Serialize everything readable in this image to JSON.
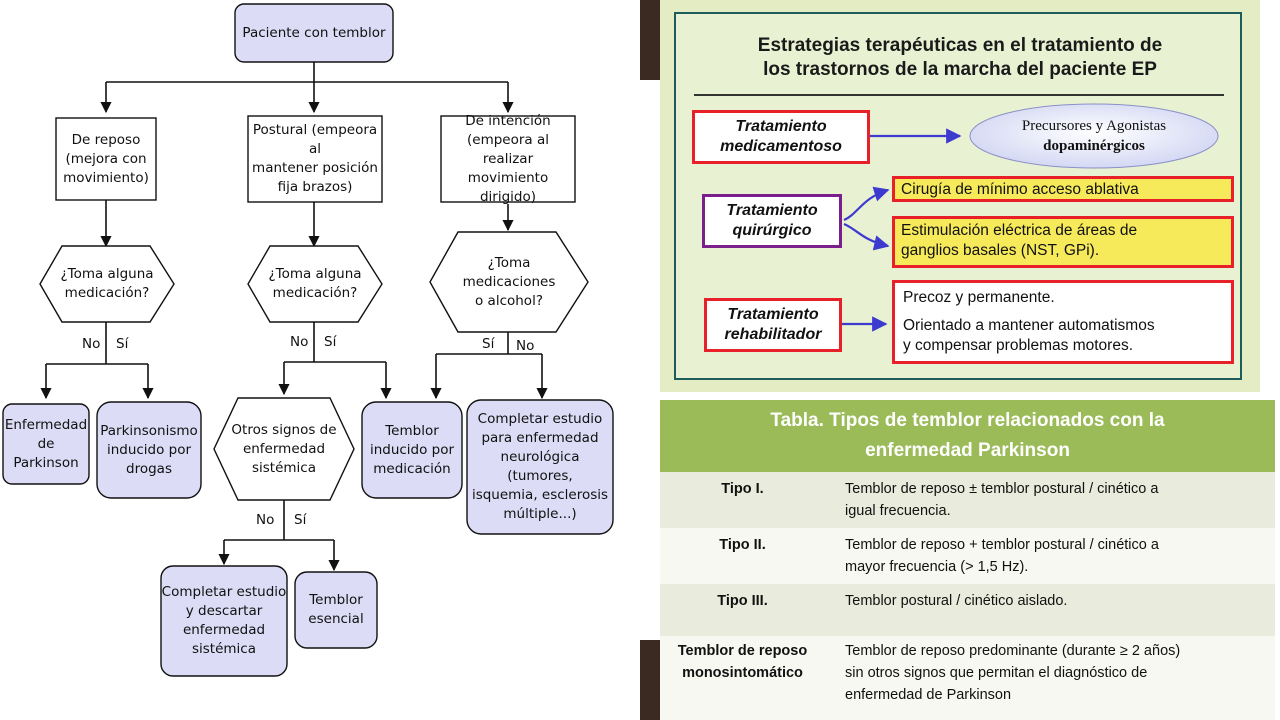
{
  "flowchart": {
    "start": "Paciente con temblor",
    "rest": [
      "De reposo",
      "(mejora con",
      "movimiento)"
    ],
    "postural": [
      "Postural (empeora al",
      "mantener posición",
      "fija brazos)"
    ],
    "intention": [
      "De intención",
      "(empeora al realizar",
      "movimiento dirigido)"
    ],
    "q_medication_1": [
      "¿Toma alguna",
      "medicación?"
    ],
    "q_medication_2": [
      "¿Toma alguna",
      "medicación?"
    ],
    "q_medication_alcohol": [
      "¿Toma",
      "medicaciones",
      "o alcohol?"
    ],
    "no": "No",
    "yes": "Sí",
    "parkinson": [
      "Enfermedad",
      "de Parkinson"
    ],
    "drug_parkinsonism": [
      "Parkinsonismo",
      "inducido por",
      "drogas"
    ],
    "systemic_signs": [
      "Otros signos de",
      "enfermedad",
      "sistémica"
    ],
    "drug_tremor": [
      "Temblor",
      "inducido por",
      "medicación"
    ],
    "neuro_study": [
      "Completar estudio",
      "para enfermedad",
      "neurológica (tumores,",
      "isquemia, esclerosis",
      "múltiple...)"
    ],
    "systemic_study": [
      "Completar estudio",
      "y descartar",
      "enfermedad",
      "sistémica"
    ],
    "essential_tremor": [
      "Temblor",
      "esencial"
    ]
  },
  "gait_panel": {
    "title": [
      "Estrategias terapéuticas en el tratamiento de",
      "los trastornos de la marcha del paciente EP"
    ],
    "medical": [
      "Tratamiento",
      "medicamentoso"
    ],
    "medical_option": [
      "Precursores y Agonistas",
      "dopaminérgicos"
    ],
    "surgical": [
      "Tratamiento",
      "quirúrgico"
    ],
    "surgical_option_1": "Cirugía de mínimo acceso ablativa",
    "surgical_option_2": [
      "Estimulación eléctrica de áreas de",
      "ganglios basales (NST, GPi)."
    ],
    "rehab": [
      "Tratamiento",
      "rehabilitador"
    ],
    "rehab_option": [
      "Precoz y permanente.",
      "Orientado a mantener automatismos",
      "y compensar problemas motores."
    ],
    "colors": {
      "medical": "#e8202a",
      "surgical": "#7a1f8c",
      "surgical_option": "#e8202a",
      "rehab": "#e8202a",
      "arrow": "#3d3ad0",
      "option_fill": "#f6ea5a"
    }
  },
  "tremor_table": {
    "title": [
      "Tabla. Tipos de temblor relacionados con la",
      "enfermedad Parkinson"
    ],
    "rows": [
      {
        "type": "Tipo I.",
        "desc": [
          "Temblor de reposo ± temblor postural / cinético a",
          "igual frecuencia."
        ]
      },
      {
        "type": "Tipo II.",
        "desc": [
          "Temblor de reposo + temblor postural / cinético a",
          "mayor frecuencia (> 1,5 Hz)."
        ]
      },
      {
        "type": "Tipo III.",
        "desc": [
          "Temblor postural / cinético aislado."
        ]
      },
      {
        "type": [
          "Temblor de reposo",
          "monosintomático"
        ],
        "desc": [
          "Temblor de reposo predominante (durante ≥ 2 años)",
          "sin otros signos que permitan el diagnóstico de",
          "enfermedad de Parkinson"
        ]
      }
    ],
    "colors": {
      "header": "#9bbb59",
      "row_alt": "#e9ecdc"
    }
  }
}
